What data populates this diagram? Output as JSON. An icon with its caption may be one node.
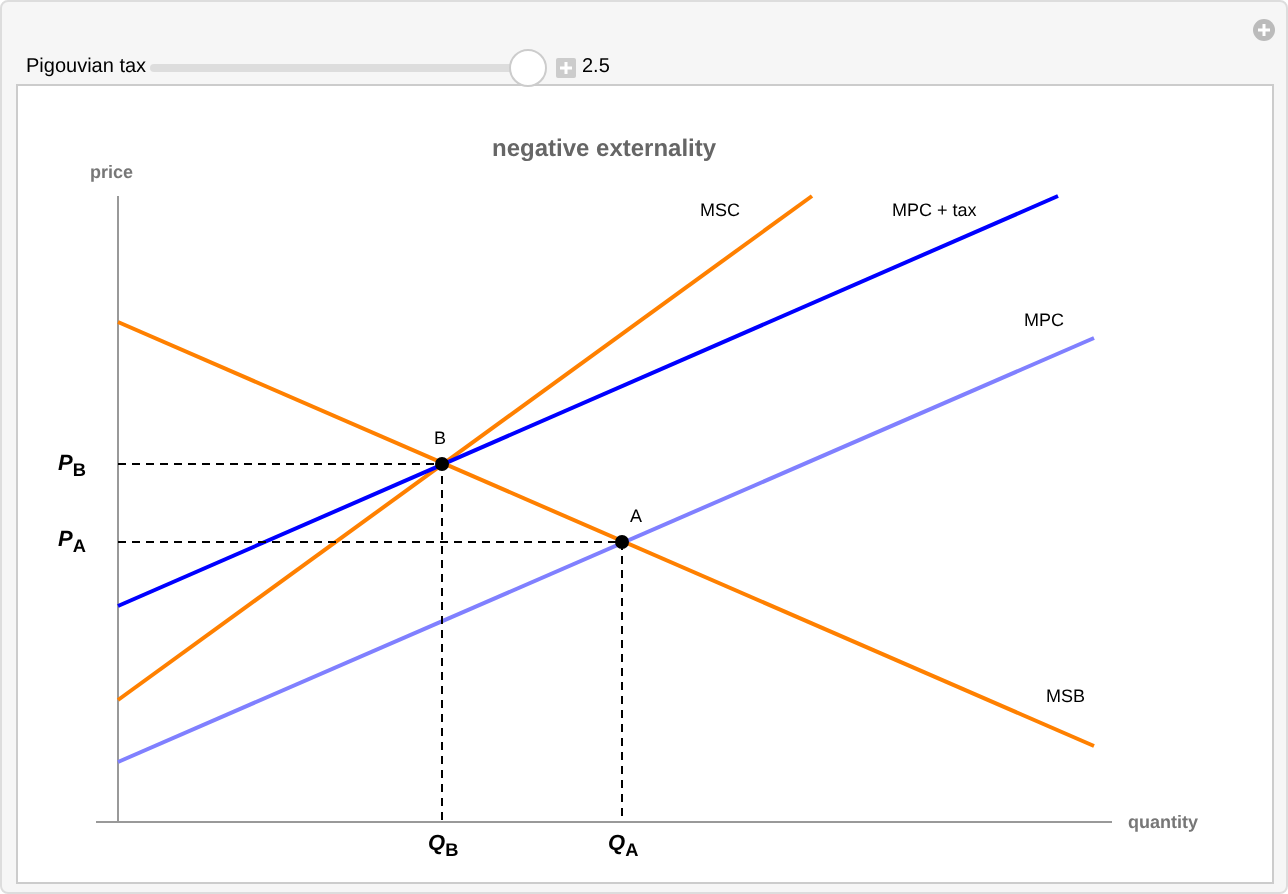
{
  "diagram": {
    "title": "negative externality",
    "labels": [
      "Pigouvian tax",
      "2.5",
      "price",
      "MSC",
      "MPC + tax",
      "MPC",
      "B",
      "*P*$_{B}$",
      "A",
      "*P*$_{A}$",
      "MSB",
      "quantity",
      "*Q*$_{B}$",
      "*Q*$_{A}$"
    ]
  }
}
